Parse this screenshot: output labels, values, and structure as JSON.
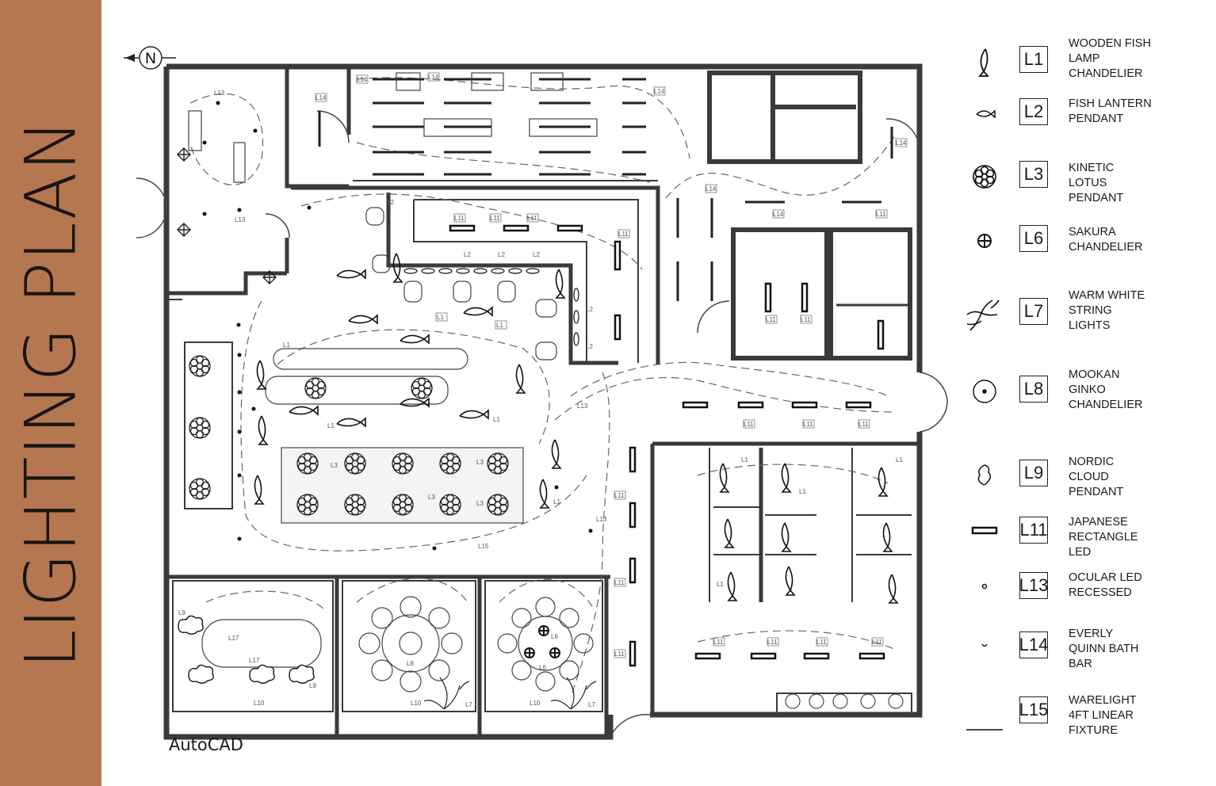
{
  "title": "LIGHTING PLAN",
  "caption": "AutoCAD",
  "north_label": "N",
  "colors": {
    "band": "#b5774f",
    "ink": "#1a1a1a",
    "wall": "#3a3a3a"
  },
  "legend": [
    {
      "code": "L1",
      "desc": "WOODEN FISH\nLAMP\nCHANDELIER",
      "icon": "fish-icon"
    },
    {
      "code": "L2",
      "desc": "FISH LANTERN\nPENDANT",
      "icon": "fish-lantern-icon"
    },
    {
      "code": "L3",
      "desc": "KINETIC\nLOTUS\nPENDANT",
      "icon": "lotus-icon"
    },
    {
      "code": "L6",
      "desc": "SAKURA\nCHANDELIER",
      "icon": "crosshair-circle-icon"
    },
    {
      "code": "L7",
      "desc": "WARM WHITE\nSTRING\nLIGHTS",
      "icon": "branch-icon"
    },
    {
      "code": "L8",
      "desc": "MOOKAN\nGINKO\nCHANDELIER",
      "icon": "ring-dot-icon"
    },
    {
      "code": "L9",
      "desc": "NORDIC\nCLOUD\nPENDANT",
      "icon": "cloud-icon"
    },
    {
      "code": "L11",
      "desc": "JAPANESE\nRECTANGLE\nLED",
      "icon": "rectangle-bar-icon"
    },
    {
      "code": "L13",
      "desc": "OCULAR LED\nRECESSED",
      "icon": "small-dot-icon"
    },
    {
      "code": "L14",
      "desc": "EVERLY\nQUINN BATH\nBAR",
      "icon": "bath-bar-icon"
    },
    {
      "code": "L15",
      "desc": "WARELIGHT\n4FT LINEAR\nFIXTURE",
      "icon": "linear-line-icon"
    }
  ],
  "plan_labels": {
    "l1": "L1",
    "l2": "L2",
    "l3": "L3",
    "l6": "L6",
    "l7": "L7",
    "l8": "L8",
    "l9": "L9",
    "l10": "L10",
    "l11": "L11",
    "l13": "L13",
    "l14": "L14",
    "l15": "L15",
    "l17": "L17"
  }
}
